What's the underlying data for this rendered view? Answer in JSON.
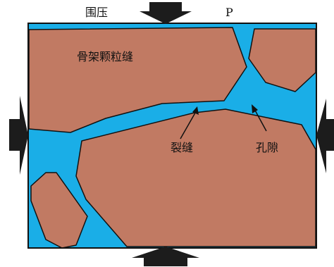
{
  "labels": {
    "confining_pressure": "围压",
    "pressure_symbol": "P",
    "grain_fracture": "骨架颗粒缝",
    "crack": "裂缝",
    "pore": "孔隙"
  },
  "colors": {
    "fluid": "#1aaee7",
    "grain": "#c17a63",
    "outline": "#111111",
    "arrow": "#1c1c1c"
  }
}
